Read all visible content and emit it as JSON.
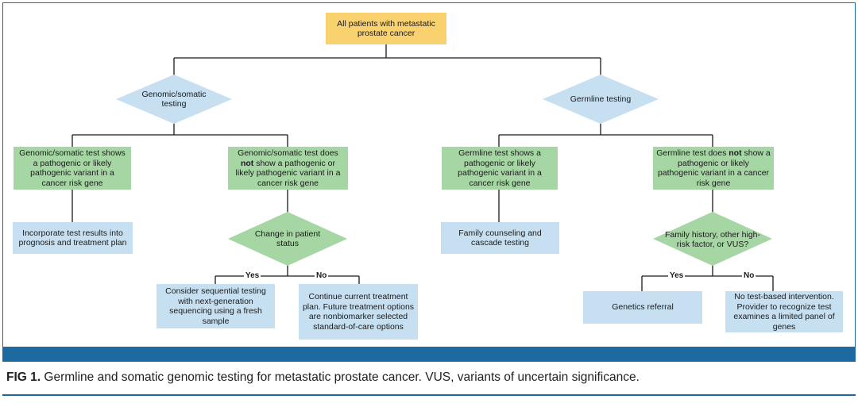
{
  "root": "All patients with metastatic prostate cancer",
  "left_branch": {
    "decision": "Genomic/somatic testing",
    "positive": {
      "pre": "Genomic/somatic test shows a pathogenic or likely pathogenic variant in a cancer risk gene"
    },
    "negative": {
      "pre": "Genomic/somatic test does",
      "emph": "not",
      "post": "show a pathogenic or likely pathogenic variant in a cancer risk gene"
    },
    "positive_action": "Incorporate test results into prognosis and treatment plan",
    "negative_decision": "Change in patient status",
    "yes_label": "Yes",
    "no_label": "No",
    "yes_action": "Consider sequential testing with next-generation sequencing using a fresh sample",
    "no_action": "Continue current treatment plan. Future treatment options are nonbiomarker selected standard-of-care options"
  },
  "right_branch": {
    "decision": "Germline testing",
    "positive": {
      "pre": "Germline test shows a pathogenic or likely pathogenic variant in a cancer risk gene"
    },
    "negative": {
      "pre": "Germline test does",
      "emph": "not",
      "post": "show a pathogenic or likely pathogenic variant in a cancer risk gene"
    },
    "positive_action": "Family counseling and cascade testing",
    "negative_decision": "Family history, other high-risk factor, or VUS?",
    "yes_label": "Yes",
    "no_label": "No",
    "yes_action": "Genetics referral",
    "no_action": "No test-based intervention. Provider to recognize test examines a limited panel of genes"
  },
  "caption": {
    "label": "FIG 1.",
    "text": "Germline and somatic genomic testing for metastatic prostate cancer. VUS, variants of uncertain significance."
  },
  "colors": {
    "root_fill": "#f9d16f",
    "decision_fill": "#c6e0f1",
    "result_fill": "#a5d6a3",
    "action_fill": "#c6e0f1",
    "frame": "#1d6aa1"
  }
}
